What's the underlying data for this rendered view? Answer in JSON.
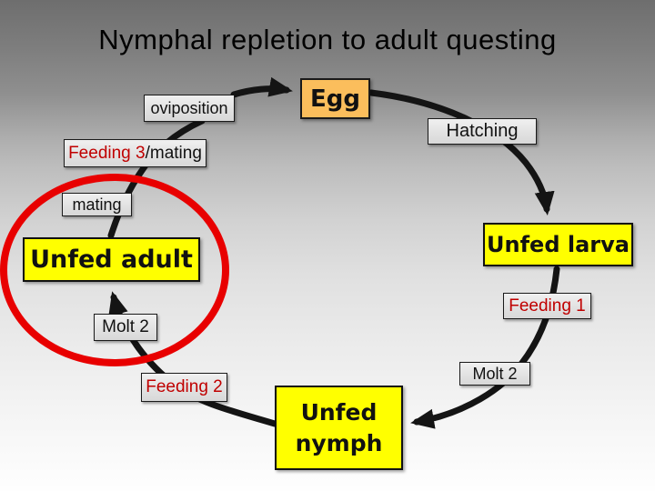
{
  "slide": {
    "title": "Nymphal repletion to adult questing"
  },
  "nodes": {
    "oviposition": {
      "label": "oviposition"
    },
    "egg": {
      "label": "Egg"
    },
    "hatching": {
      "label": "Hatching"
    },
    "feeding3_mating": {
      "feeding": "Feeding 3",
      "mating": "/mating"
    },
    "mating": {
      "label": "mating"
    },
    "unfed_adult": {
      "label": "Unfed adult"
    },
    "unfed_larva": {
      "label": "Unfed larva"
    },
    "feeding1": {
      "label": "Feeding 1"
    },
    "molt2_left": {
      "label": "Molt 2"
    },
    "feeding2": {
      "label": "Feeding 2"
    },
    "molt2_right": {
      "label": "Molt 2"
    },
    "unfed_nymph": {
      "label": "Unfed nymph"
    }
  },
  "cycle_order": [
    "Egg",
    "Hatching",
    "Unfed larva",
    "Feeding 1",
    "Molt 2",
    "Unfed nymph",
    "Feeding 2",
    "Molt 2",
    "Unfed adult",
    "mating",
    "Feeding 3/mating",
    "oviposition"
  ],
  "annotation": {
    "highlight": "red ellipse circling Unfed adult, mating and Molt 2"
  },
  "colors": {
    "stage_yellow": "#FFFF00",
    "egg_orange": "#FBBE5C",
    "label_gray": "#E4E4E4",
    "feeding_red": "#C00000",
    "highlight_red": "#E80000",
    "arrow_black": "#141414",
    "background_top": "#6E6E6E",
    "background_bottom": "#FEFEFE"
  }
}
